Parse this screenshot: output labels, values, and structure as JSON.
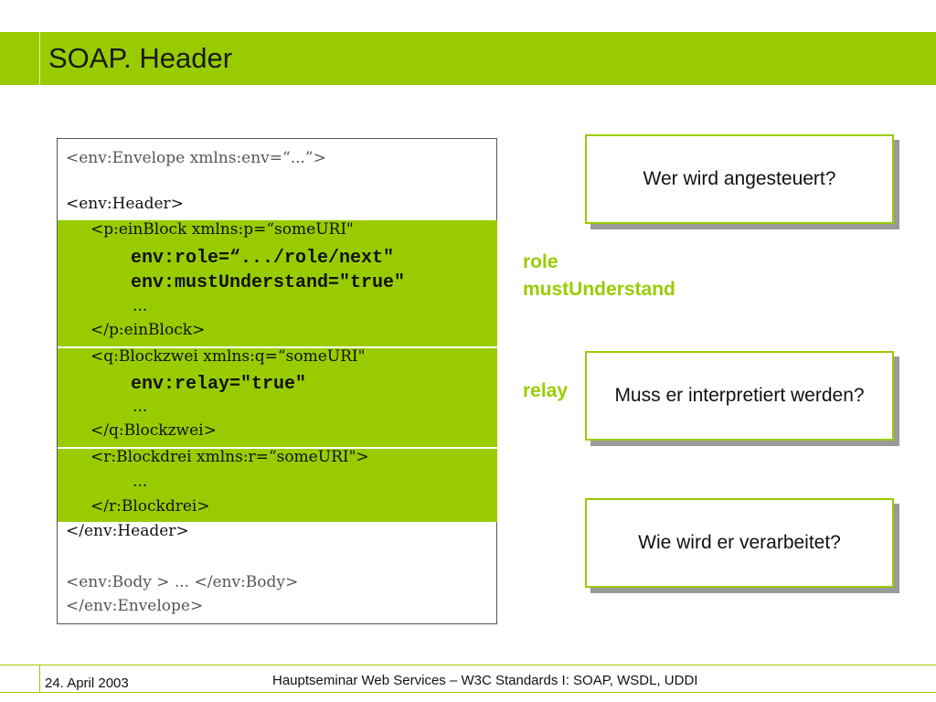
{
  "slide": {
    "title": "SOAP. Header"
  },
  "code": {
    "line1": "<env:Envelope xmlns:env=“...”>",
    "line2": "<env:Header>",
    "block1": {
      "open": "<p:einBlock xmlns:p=“someURI\"",
      "attr1": "env:role=“.../role/next\"",
      "attr2": "env:mustUnderstand=\"true\"",
      "dots": "...",
      "close": "</p:einBlock>"
    },
    "block2": {
      "open": "<q:Blockzwei xmlns:q=“someURI\"",
      "attr1": "env:relay=\"true\"",
      "dots": "...",
      "close": "</q:Blockzwei>"
    },
    "block3": {
      "open": "<r:Blockdrei xmlns:r=“someURI\">",
      "dots": "...",
      "close": "</r:Blockdrei>"
    },
    "header_close": "</env:Header>",
    "body_line": "<env:Body > ... </env:Body>",
    "envelope_close": "</env:Envelope>"
  },
  "labels": {
    "role": "role",
    "must_understand": "mustUnderstand",
    "relay": "relay"
  },
  "questions": {
    "q1": "Wer wird angesteuert?",
    "q2": "Muss er interpretiert werden?",
    "q3": "Wie wird er verarbeitet?"
  },
  "footer": {
    "date": "24. April 2003",
    "center": "Hauptseminar Web Services – W3C Standards I: SOAP, WSDL, UDDI"
  },
  "colors": {
    "accent": "#99cc00",
    "text": "#111111",
    "shadow": "#9a9a9a"
  }
}
